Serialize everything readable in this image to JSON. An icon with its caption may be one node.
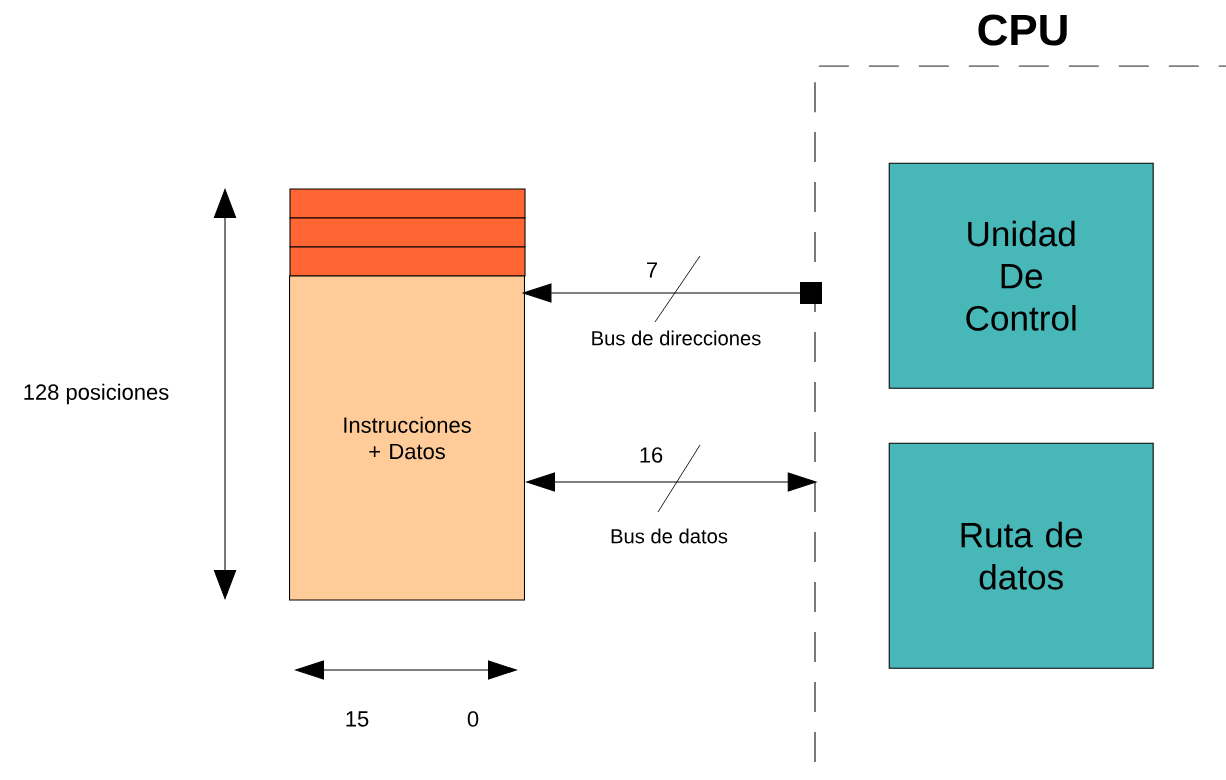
{
  "diagram": {
    "nodes": [
      {
        "text": [
          "Instrucciones + Datos"
        ]
      },
      {
        "text": [
          "CPU"
        ]
      },
      {
        "text": [
          "Unidad De Control"
        ],
        "in": 1
      },
      {
        "text": [
          "Ruta de datos"
        ],
        "in": 1
      }
    ],
    "edges": [
      {
        "from": 1,
        "to": 0,
        "arrow": "to",
        "label": "Bus de direcciones"
      },
      {
        "from": 0,
        "to": 1,
        "arrow": "both",
        "label": "Bus de datos"
      }
    ],
    "labels": [
      "128 posiciones",
      "7",
      "16",
      "15",
      "0"
    ]
  }
}
